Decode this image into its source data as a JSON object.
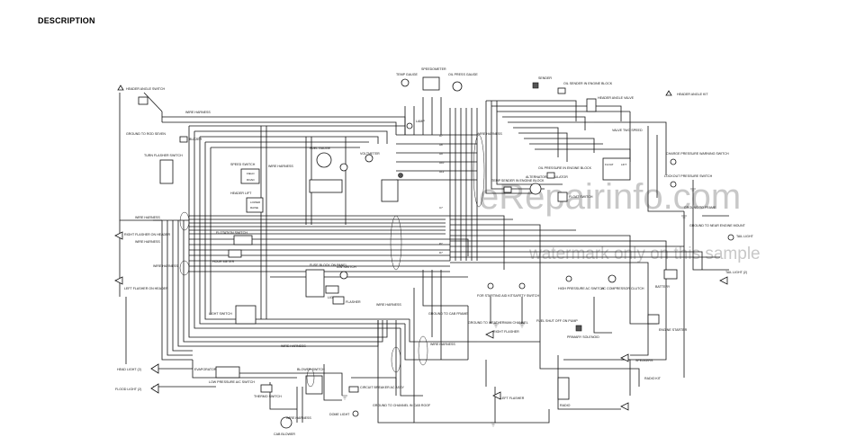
{
  "header": {
    "title": "DESCRIPTION"
  },
  "watermark": {
    "line1": "eRepairinfo.com",
    "line2": "watermark only on this sample"
  },
  "labels": {
    "header_angle_switch": "HEADER ANGLE SWITCH",
    "wire_harness": "WIRE HARNESS",
    "ground_to_rod_seven": "GROUND TO ROD SEVEN",
    "buzzer": "BUZZER",
    "turn_flasher_switch": "TURN FLASHER SWITCH",
    "speed_switch": "SPEED SWITCH",
    "field": "FIELD",
    "road": "ROAD",
    "header_lift": "HEADER LIFT",
    "lower": "LOWER",
    "raise": "RAISE",
    "flotation_switch": "FLOTATION SWITCH",
    "hour_meter": "HOUR METER",
    "fuel_gauge": "FUEL GAUGE",
    "voltmeter": "VOLTMETER",
    "water_temp_sender": "WATER TEMP SENDER",
    "lamp": "LAMP",
    "temp_gauge": "TEMP GAUGE",
    "oil_press_gauge": "OIL PRESS GAUGE",
    "speedometer": "SPEEDOMETER",
    "sender": "SENDER",
    "header_angle_valve": "HEADER ANGLE VALVE",
    "header_angle_kit": "HEADER ANGLE KIT",
    "valve_two_speed": "VALVE TWO SPEED",
    "oil_sender_engine_block": "OIL SENDER IN ENGINE BLOCK",
    "temp_sender_engine_block": "TEMP SENDER IN ENGINE BLOCK",
    "alternator_regulator": "ALTERNATOR-REGULATOR",
    "oil_pressure_engine_block": "OIL PRESSURE IN ENGINE BLOCK",
    "float": "FLOAT",
    "lift": "LIFT",
    "float_switch": "FLOAT SWITCH",
    "charge_pressure_warning_switch": "CHARGE PRESSURE WARNING SWITCH",
    "lockout_pressure_switch": "LOCKOUT PRESSURE SWITCH",
    "ground_to_frame": "GROUND TO FRAME",
    "ground_to_near_engine_mount": "GROUND TO NEAR ENGINE MOUNT",
    "tail_light": "TAIL LIGHT",
    "right_flasher_on_header": "RIGHT FLASHER ON HEADER",
    "left_flasher_on_header": "LEFT FLASHER ON HEADER",
    "fuse_block_on_panel": "FUSE BLOCK ON PANEL",
    "ign_switch": "IGN SWITCH",
    "lights": "LIGHTS",
    "flasher": "FLASHER",
    "light_switch": "LIGHT SWITCH",
    "head_light": "HEAD LIGHT (2)",
    "flood_light": "FLOOD LIGHT (2)",
    "evaporator": "EVAPORATOR",
    "low_pressure_ac_switch": "LOW PRESSURE A/C SWITCH",
    "thermo_switch": "THERMO SWITCH",
    "blower_switch": "BLOWER SWITCH",
    "cab_blower": "CAB BLOWER",
    "circuit_breaker_ac": "CIRCUIT BREAKER AC ASSY",
    "dome_light": "DOME LIGHT",
    "ground_to_channel_cab_roof": "GROUND TO CHANNEL IN CAB ROOF",
    "ground_to_cab_frame": "GROUND TO CAB FRAME",
    "ground_to_weatherman": "GROUND TO WEATHERMAN CHANNEL",
    "right_flasher": "RIGHT FLASHER",
    "left_flasher": "LEFT FLASHER",
    "radio": "RADIO",
    "radio_kit": "RADIO KIT",
    "speakers": "SPEAKERS",
    "tail_light_2": "TAIL LIGHT (2)",
    "fuel_shut_off_pump": "FUEL SHUT OFF ON PUMP",
    "primary_solenoid": "PRIMARY SOLENOID",
    "engine_starter": "ENGINE STARTER",
    "battery": "BATTERY",
    "high_pressure_ac_switch": "HIGH PRESSURE AC SWITCH",
    "ac_compressor_clutch": "AC COMPRESSOR CLUTCH",
    "safety_switch": "SAFETY SWITCH",
    "for_starting_aid_kit": "FOR STARTING AID KIT",
    "a7": "A7",
    "a8": "A8",
    "a9": "A9",
    "a10": "A10",
    "a12": "A12",
    "c7": "C7",
    "p7": "P7",
    "d7": "D7"
  }
}
